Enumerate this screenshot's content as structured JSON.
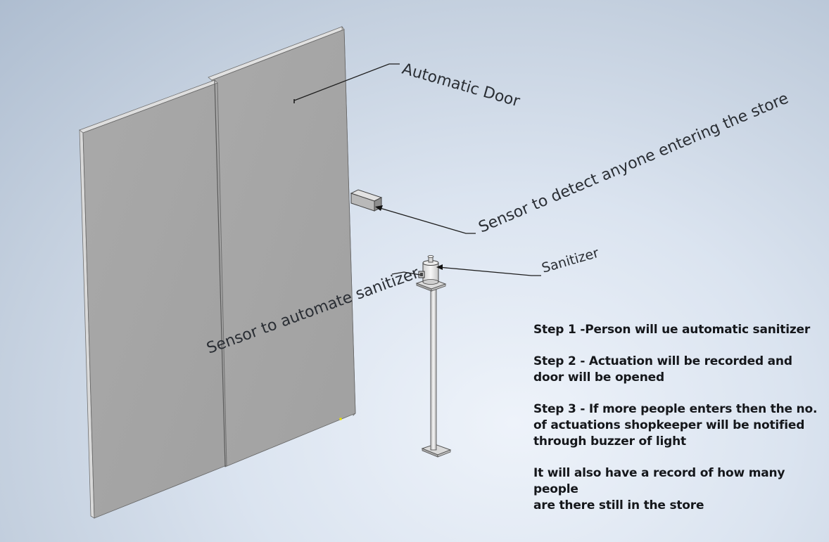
{
  "labels": {
    "automatic_door": "Automatic Door",
    "sensor_entering": "Sensor to detect anyone entering the store",
    "sanitizer": "Sanitizer",
    "sensor_sanitizer": "Sensor to automate sanitizer"
  },
  "steps": [
    "Step 1 -Person will ue automatic sanitizer",
    "Step 2 - Actuation will be recorded and\ndoor will be opened",
    "Step 3 - If more people enters then the no.\nof actuations shopkeeper will be notified\nthrough buzzer of light",
    "It will also have a record of how many people\nare there still in the store"
  ]
}
